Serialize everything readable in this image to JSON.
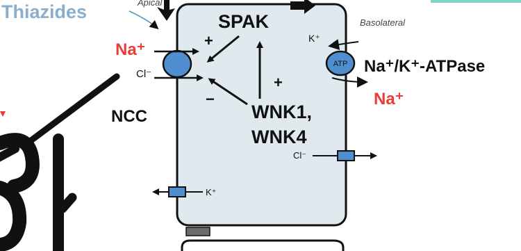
{
  "labels": {
    "drug": "Thiazides",
    "apical": "Apical",
    "basolateral": "Basolateral",
    "na_apical": "Na⁺",
    "cl_apical": "Cl⁻",
    "transporter": "NCC",
    "spak": "SPAK",
    "wnk1": "WNK1,",
    "wnk4": "WNK4",
    "plus_top": "+",
    "plus_right": "+",
    "minus": "−",
    "k_top": "K⁺",
    "atp": "ATP",
    "pump": "Na⁺/K⁺-ATPase",
    "na_basolateral": "Na⁺",
    "cl_basolateral": "Cl⁻",
    "k_bottom": "K⁺"
  },
  "colors": {
    "cell_fill": "#dfe9ee",
    "cell_stroke": "#111111",
    "transporter_fill": "#4f8fcf",
    "channel_fill": "#4f8fcf",
    "sodium_text": "#ee3b35",
    "drug_text": "#8aaecb",
    "label_text": "#111111",
    "top_band": "#7fd3c2"
  }
}
